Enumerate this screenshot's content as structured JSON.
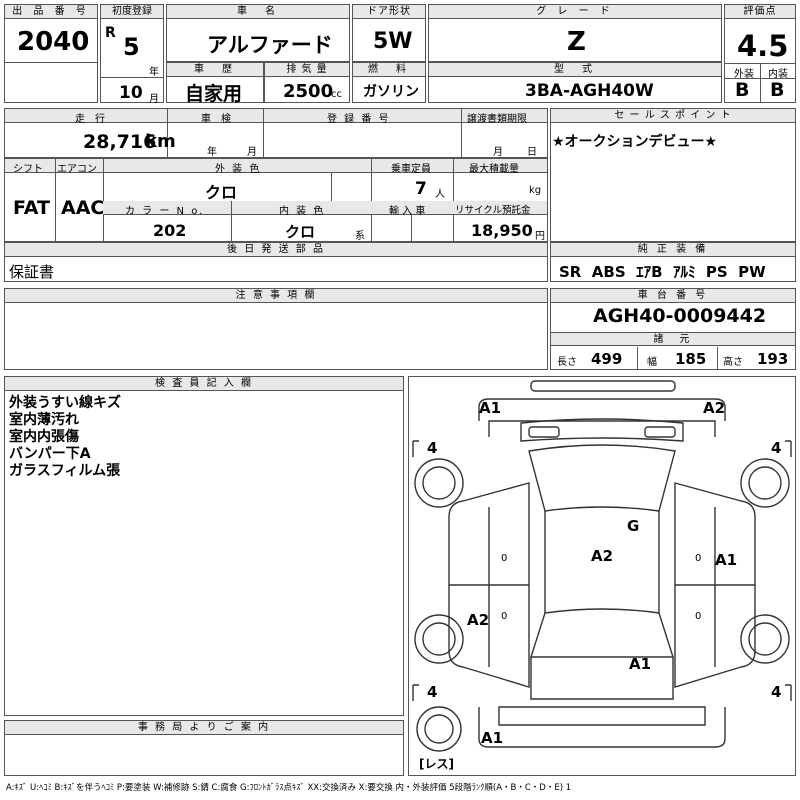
{
  "header": {
    "lot_label": "出 品 番 号",
    "lot_value": "2040",
    "first_reg_label": "初度登録",
    "era": "R",
    "year": "5",
    "year_unit": "年",
    "month": "10",
    "month_unit": "月",
    "car_name_label": "車　名",
    "car_name": "アルファード",
    "door_label": "ドア形状",
    "door": "5W",
    "grade_label": "グ レ ー ド",
    "grade": "Z",
    "score_label": "評価点",
    "score": "4.5",
    "history_label": "車　歴",
    "history": "自家用",
    "displacement_label": "排 気 量",
    "displacement": "2500",
    "displacement_unit": "cc",
    "fuel_label": "燃　料",
    "fuel": "ガソリン",
    "model_label": "型　式",
    "model": "3BA-AGH40W",
    "exterior_label": "外装",
    "exterior": "B",
    "interior_label": "内装",
    "interior": "B"
  },
  "row2": {
    "mileage_label": "走　行",
    "mileage": "28,716",
    "mileage_unit": "km",
    "inspection_label": "車　検",
    "inspection_year_unit": "年",
    "inspection_month_unit": "月",
    "registration_label": "登 録 番 号",
    "transfer_label": "譲渡書類期限",
    "transfer_month_unit": "月",
    "transfer_day_unit": "日",
    "shift_label": "シフト",
    "shift": "FAT",
    "ac_label": "エアコン",
    "ac": "AAC",
    "color_label": "外 装 色",
    "color": "クロ",
    "capacity_label": "乗車定員",
    "capacity": "7",
    "capacity_unit": "人",
    "load_label": "最大積載量",
    "load_unit": "kg",
    "color_no_label": "カ ラ ー N o.",
    "color_no": "202",
    "int_color_label": "内 装 色",
    "int_color": "クロ",
    "int_color_unit": "系",
    "import_label": "輸 入 車",
    "recycle_label": "リサイクル預託金",
    "recycle": "18,950",
    "recycle_unit": "円"
  },
  "parts": {
    "label": "後 日 発 送 部 品",
    "value": "保証書"
  },
  "notes": {
    "label": "注 意 事 項 欄"
  },
  "sales": {
    "label": "セ ー ル ス ポ イ ン ト",
    "value": "★オークションデビュー★"
  },
  "equipment": {
    "label": "純 正 装 備",
    "value": "SR  ABS  ｴｱB  ｱﾙﾐ  PS  PW"
  },
  "chassis": {
    "label": "車 台 番 号",
    "value": "AGH40-0009442"
  },
  "specs": {
    "label": "諸　元",
    "length_label": "長さ",
    "length": "499",
    "width_label": "幅",
    "width": "185",
    "height_label": "高さ",
    "height": "193"
  },
  "inspector": {
    "label": "検 査 員 記 入 欄",
    "lines": [
      "外装うすい線キズ",
      "室内薄汚れ",
      "室内内張傷",
      "バンパー下A",
      "ガラスフィルム張"
    ]
  },
  "office": {
    "label": "事 務 局 よ り ご 案 内"
  },
  "diagram": {
    "tire_fl": "4",
    "tire_fr": "4",
    "tire_rl": "4",
    "tire_rr": "4",
    "c_a1_tl": "A1",
    "c_a2_tr": "A2",
    "c_g": "G",
    "c_a2_mid": "A2",
    "c_a1_right": "A1",
    "c_a2_left": "A2",
    "c_a1_lower": "A1",
    "c_a1_bottom": "A1",
    "zero_1": "0",
    "zero_2": "0",
    "zero_3": "0",
    "zero_4": "0",
    "spare": "レス"
  },
  "footer": "A:ｷｽﾞ U:ﾍｺﾐ B:ｷｽﾞを伴うﾍｺﾐ P:要塗装 W:補修跡 S:錆 C:腐食 G:ﾌﾛﾝﾄｶﾞﾗｽ点ｷｽﾞ XX:交換済み X:要交換  内・外装評価 5段階ﾗﾝｸ順(A・B・C・D・E) 1"
}
